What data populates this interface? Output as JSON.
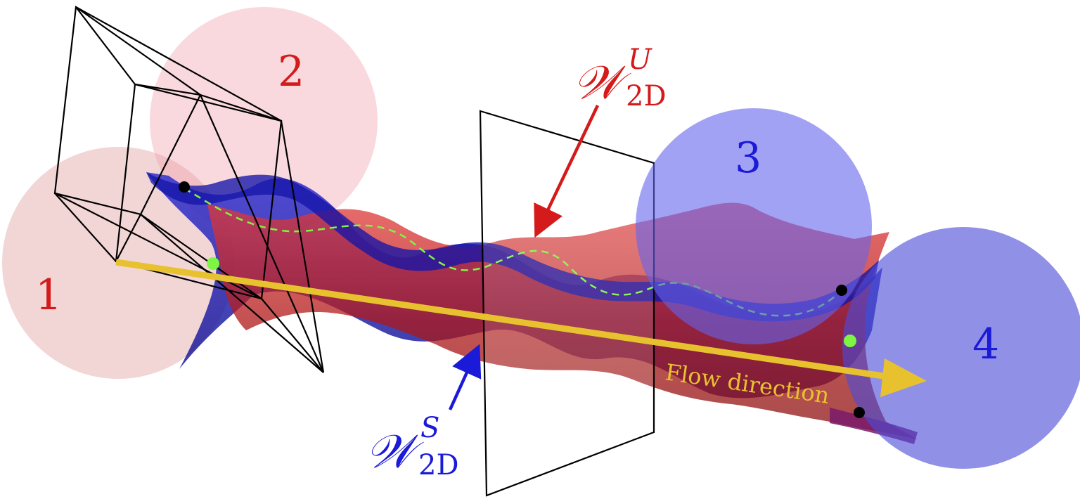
{
  "colors": {
    "red": "#d41a1a",
    "blue": "#1a1ad8",
    "yellow": "#e8c22e",
    "green": "#7ef542",
    "black": "#000000"
  },
  "regions": [
    {
      "label": "1"
    },
    {
      "label": "2"
    },
    {
      "label": "3"
    },
    {
      "label": "4"
    }
  ],
  "manifold_unstable": {
    "main": "𝒲",
    "sup": "U",
    "sub": "2D"
  },
  "manifold_stable": {
    "main": "𝒲",
    "sup": "S",
    "sub": "2D"
  },
  "flow": {
    "label": "Flow direction"
  }
}
